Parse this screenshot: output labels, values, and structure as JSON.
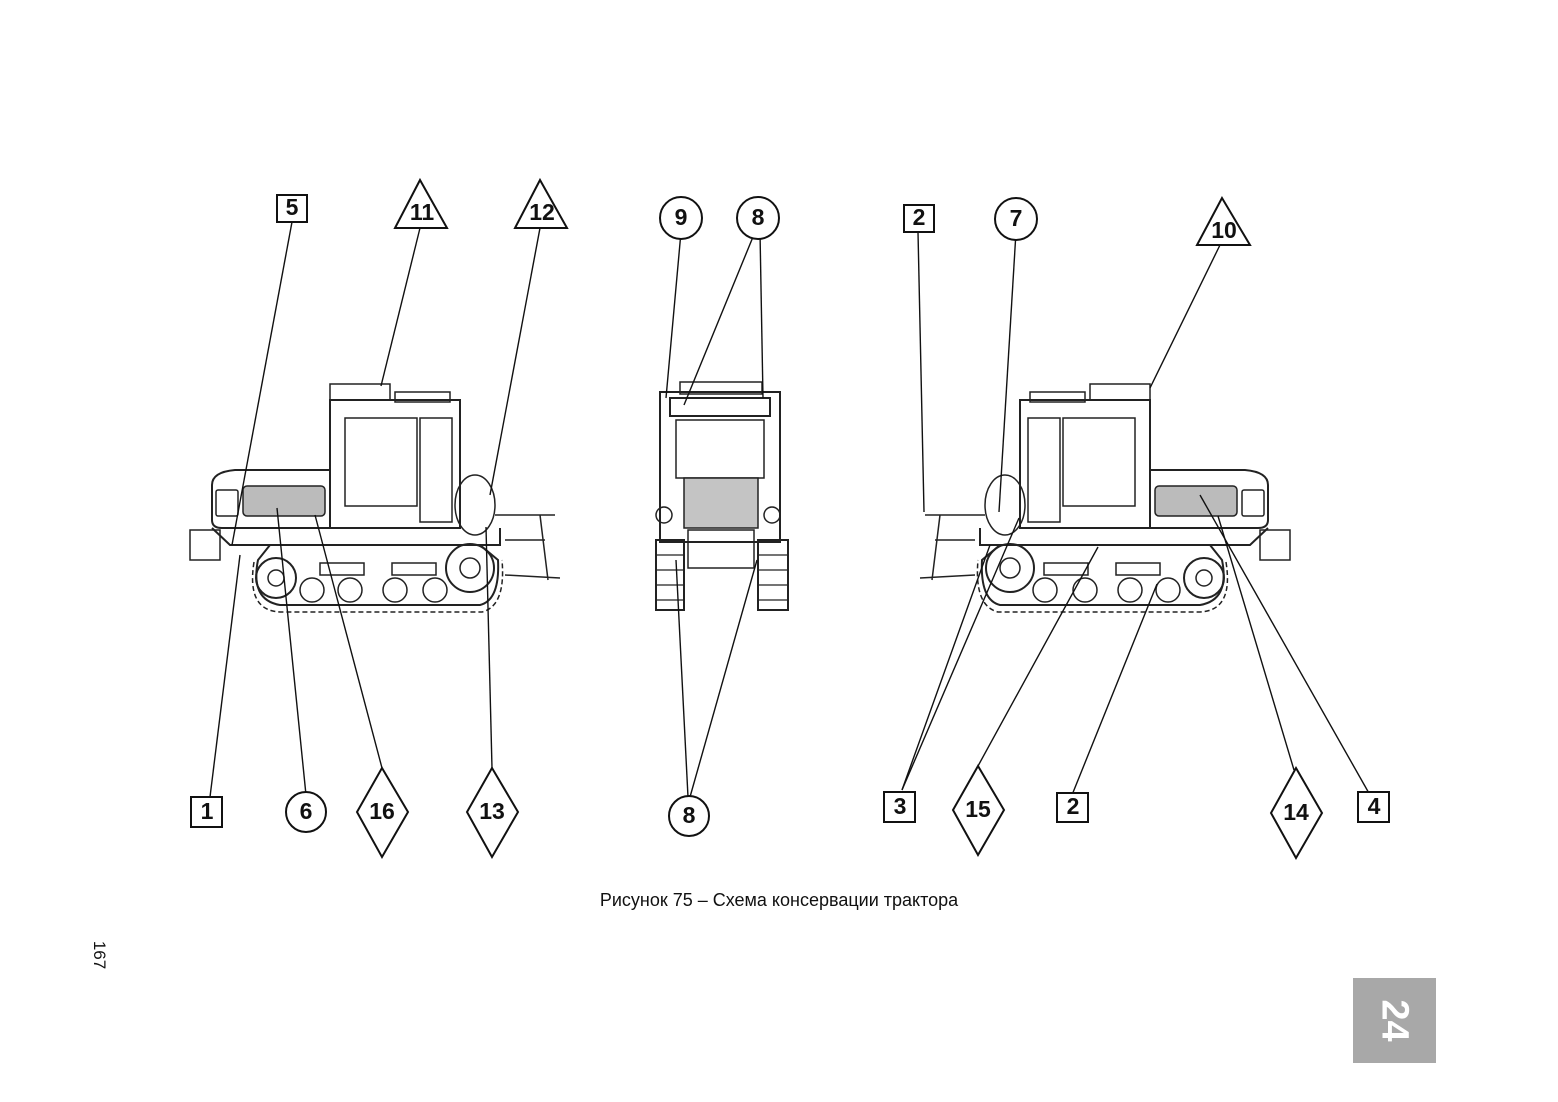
{
  "figure": {
    "caption": "Рисунок 75 – Схема консервации трактора"
  },
  "page": {
    "number": "167",
    "section_tab": "24"
  },
  "callouts": {
    "c5": "5",
    "c11": "11",
    "c12": "12",
    "c9": "9",
    "c8a": "8",
    "c2a": "2",
    "c7": "7",
    "c10": "10",
    "c1": "1",
    "c6": "6",
    "c16": "16",
    "c13": "13",
    "c8b": "8",
    "c3": "3",
    "c15": "15",
    "c2b": "2",
    "c14": "14",
    "c4": "4"
  },
  "legend": {
    "shapes": [
      "square",
      "circle",
      "triangle",
      "diamond"
    ]
  }
}
